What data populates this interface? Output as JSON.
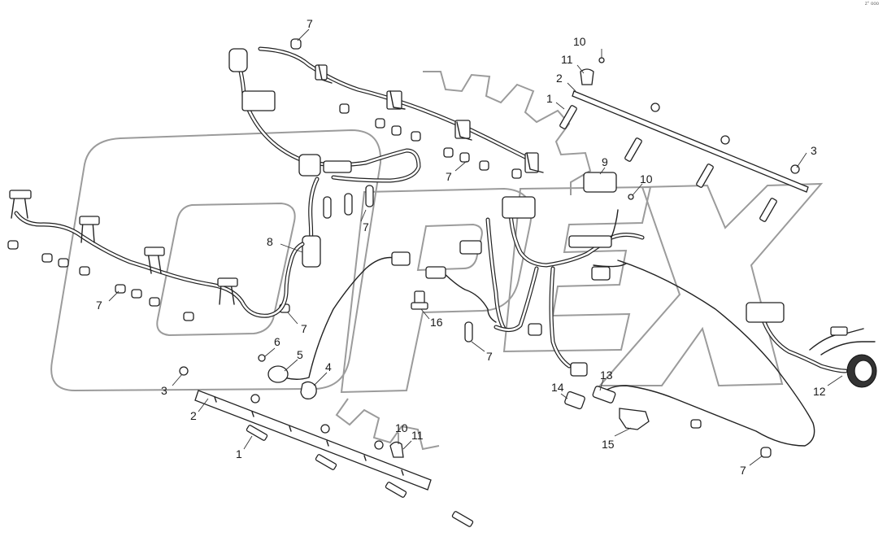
{
  "corner_mark": "z° ooo",
  "watermark": {
    "text": "OPEX"
  },
  "callouts": [
    {
      "label": "7"
    },
    {
      "label": "10"
    },
    {
      "label": "11"
    },
    {
      "label": "2"
    },
    {
      "label": "1"
    },
    {
      "label": "3"
    },
    {
      "label": "9"
    },
    {
      "label": "10"
    },
    {
      "label": "7"
    },
    {
      "label": "7"
    },
    {
      "label": "8"
    },
    {
      "label": "7"
    },
    {
      "label": "7"
    },
    {
      "label": "16"
    },
    {
      "label": "7"
    },
    {
      "label": "6"
    },
    {
      "label": "5"
    },
    {
      "label": "4"
    },
    {
      "label": "3"
    },
    {
      "label": "2"
    },
    {
      "label": "1"
    },
    {
      "label": "10"
    },
    {
      "label": "11"
    },
    {
      "label": "14"
    },
    {
      "label": "13"
    },
    {
      "label": "15"
    },
    {
      "label": "12"
    },
    {
      "label": "7"
    }
  ]
}
